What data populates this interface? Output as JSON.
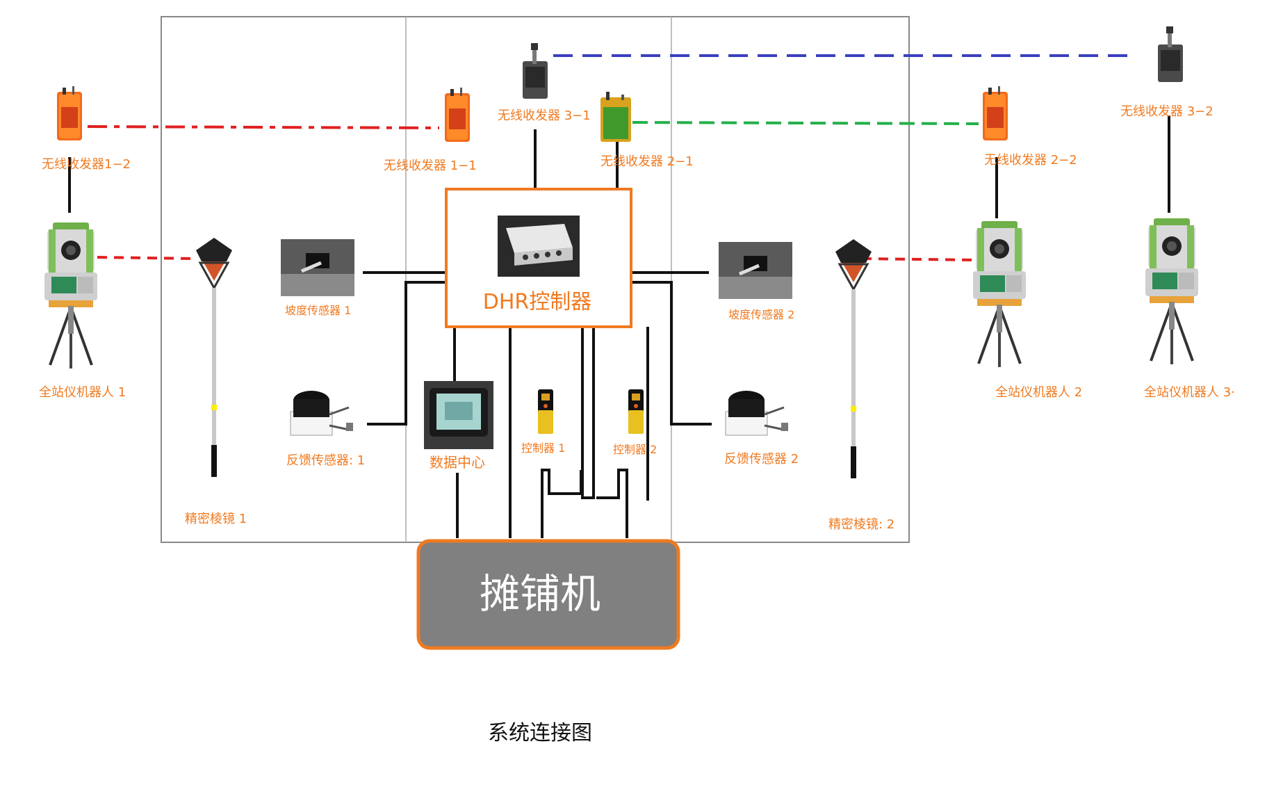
{
  "colors": {
    "label": "#f07a20",
    "controller_border": "#f07a20",
    "paver_fill": "#808080",
    "paver_border": "#f07a20",
    "link_red": "#e02020",
    "link_green": "#22b04a",
    "link_blue": "#3a3fc0",
    "wire": "#111111",
    "frame": "#888888"
  },
  "labels": {
    "radio_1_2": "无线收发器1−2",
    "radio_1_1": "无线收发器 1−1",
    "radio_3_1": "无线收发器 3−1",
    "radio_2_1": "无线收发器 2−1",
    "radio_2_2": "无线收发器  2−2",
    "radio_3_2": "无线收发器  3−2",
    "total_station_1": "全站仪机器人 1",
    "total_station_2": "全站仪机器人 2",
    "total_station_3": "全站仪机器人 3·",
    "slope_sensor_1": "坡度传感器 1",
    "slope_sensor_2": "坡度传感器 2",
    "feedback_sensor_1": "反馈传感器: 1",
    "feedback_sensor_2": "反馈传感器 2",
    "data_center": "数据中心",
    "controller_1": "控制器 1",
    "controller_2": "控制器 2",
    "prism_1": "精密棱镜  1",
    "prism_2": "精密棱镜: 2",
    "dhr_controller": "DHR控制器",
    "paver": "摊铺机",
    "caption": "系统连接图"
  },
  "icons": {
    "total_station": "total-station-icon",
    "radio": "radio-transceiver-icon",
    "prism": "prism-pole-icon",
    "slope_sensor": "slope-sensor-icon",
    "feedback_sensor": "feedback-sensor-icon",
    "tablet": "tablet-icon",
    "handheld": "handheld-controller-icon",
    "control_box": "control-box-icon"
  }
}
